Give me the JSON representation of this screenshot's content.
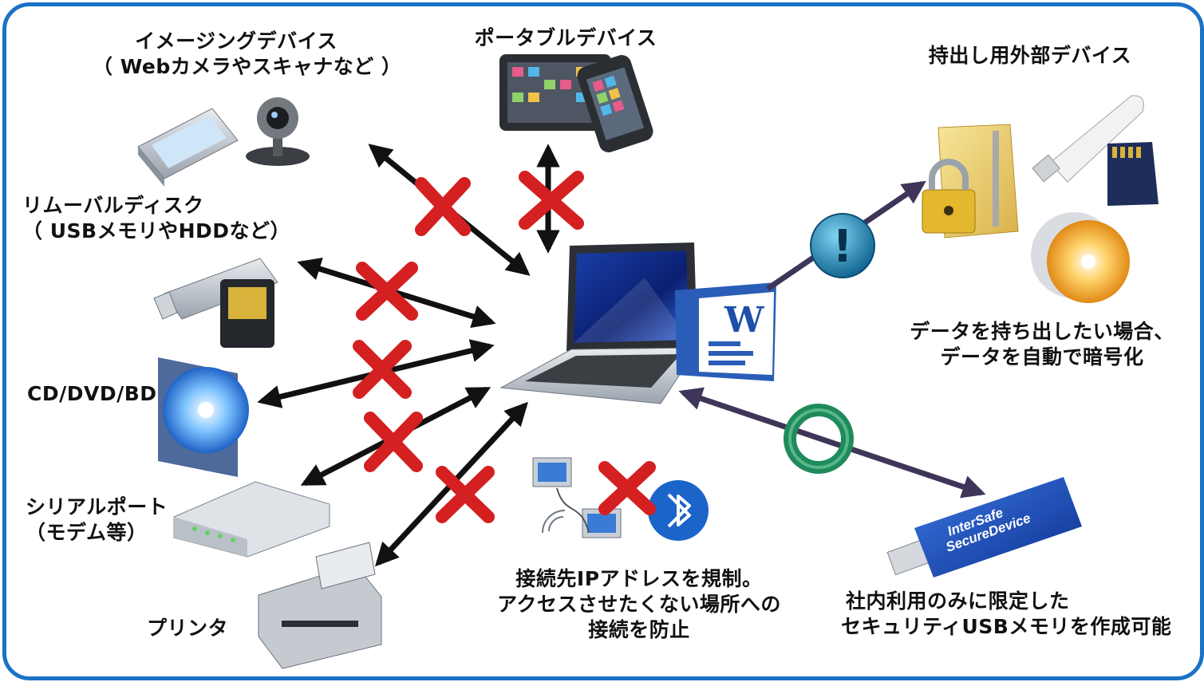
{
  "labels": {
    "imaging_title": "イメージングデバイス",
    "imaging_sub": "（ Webカメラやスキャナなど ）",
    "portable": "ポータブルデバイス",
    "external": "持出し用外部デバイス",
    "removable_title": "リムーバルディスク",
    "removable_sub": "（ USBメモリやHDDなど）",
    "optical": "CD/DVD/BD",
    "serial_title": "シリアルポート",
    "serial_sub": "（モデム等）",
    "printer": "プリンタ",
    "network_line1": "接続先IPアドレスを規制。",
    "network_line2": "アクセスさせたくない場所への",
    "network_line3": "接続を防止",
    "encrypt_line1": "データを持ち出したい場合、",
    "encrypt_line2": "データを自動で暗号化",
    "usb_line1": "社内利用のみに限定した",
    "usb_line2": "セキュリティUSBメモリを作成可能"
  },
  "icons": {
    "word_letter": "W",
    "usb_brand_line1": "InterSafe",
    "usb_brand_line2": "SecureDevice",
    "warning_symbol": "!"
  },
  "colors": {
    "frame": "#1a72c4",
    "block_mark": "#d42020",
    "arrow_black": "#111111",
    "arrow_purple": "#3f3559",
    "ok_ring": "#1f8a5b",
    "warning_badge": "#1a86b8"
  }
}
